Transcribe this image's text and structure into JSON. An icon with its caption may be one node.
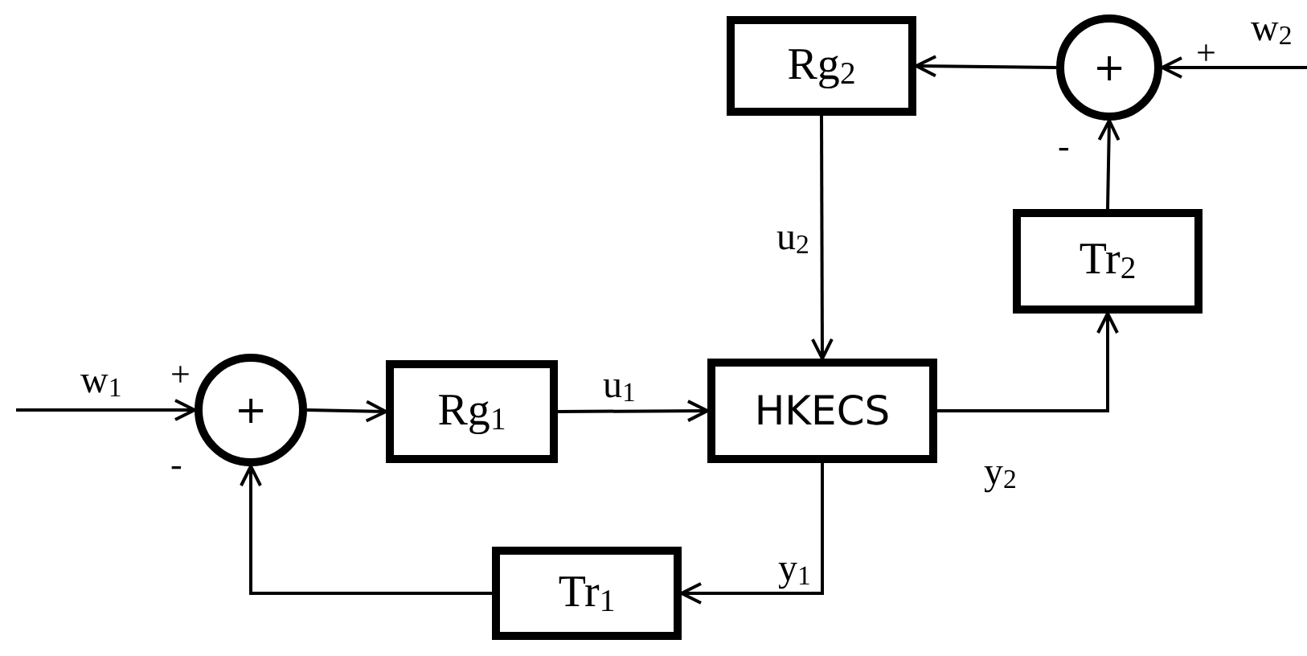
{
  "diagram": {
    "nodes": [
      {
        "text": [
          "Rg$_{2}$"
        ]
      },
      {
        "text": [
          "+"
        ]
      },
      {
        "text": [
          "Tr$_{2}$"
        ]
      },
      {
        "text": [
          "+"
        ]
      },
      {
        "text": [
          "Rg$_{1}$"
        ]
      },
      {
        "text": [
          "HKECS"
        ]
      },
      {
        "text": [
          "Tr$_{1}$"
        ]
      }
    ],
    "edges": [
      {
        "from": null,
        "to": 1,
        "arrow": "to",
        "label": "w$_{2}$"
      },
      {
        "from": 1,
        "to": 0,
        "arrow": "to"
      },
      {
        "from": 0,
        "to": 5,
        "arrow": "to",
        "label": "u$_{2}$"
      },
      {
        "from": 2,
        "to": 1,
        "arrow": "to"
      },
      {
        "from": 5,
        "to": 2,
        "arrow": "to",
        "label": "y$_{2}$"
      },
      {
        "from": null,
        "to": 3,
        "arrow": "to",
        "label": "w$_{1}$"
      },
      {
        "from": 3,
        "to": 4,
        "arrow": "to"
      },
      {
        "from": 4,
        "to": 5,
        "arrow": "to",
        "label": "u$_{1}$"
      },
      {
        "from": 5,
        "to": 6,
        "arrow": "to",
        "label": "y$_{1}$"
      },
      {
        "from": 6,
        "to": 3,
        "arrow": "to"
      }
    ],
    "labels": [
      "+",
      "-",
      "+",
      "-"
    ]
  }
}
